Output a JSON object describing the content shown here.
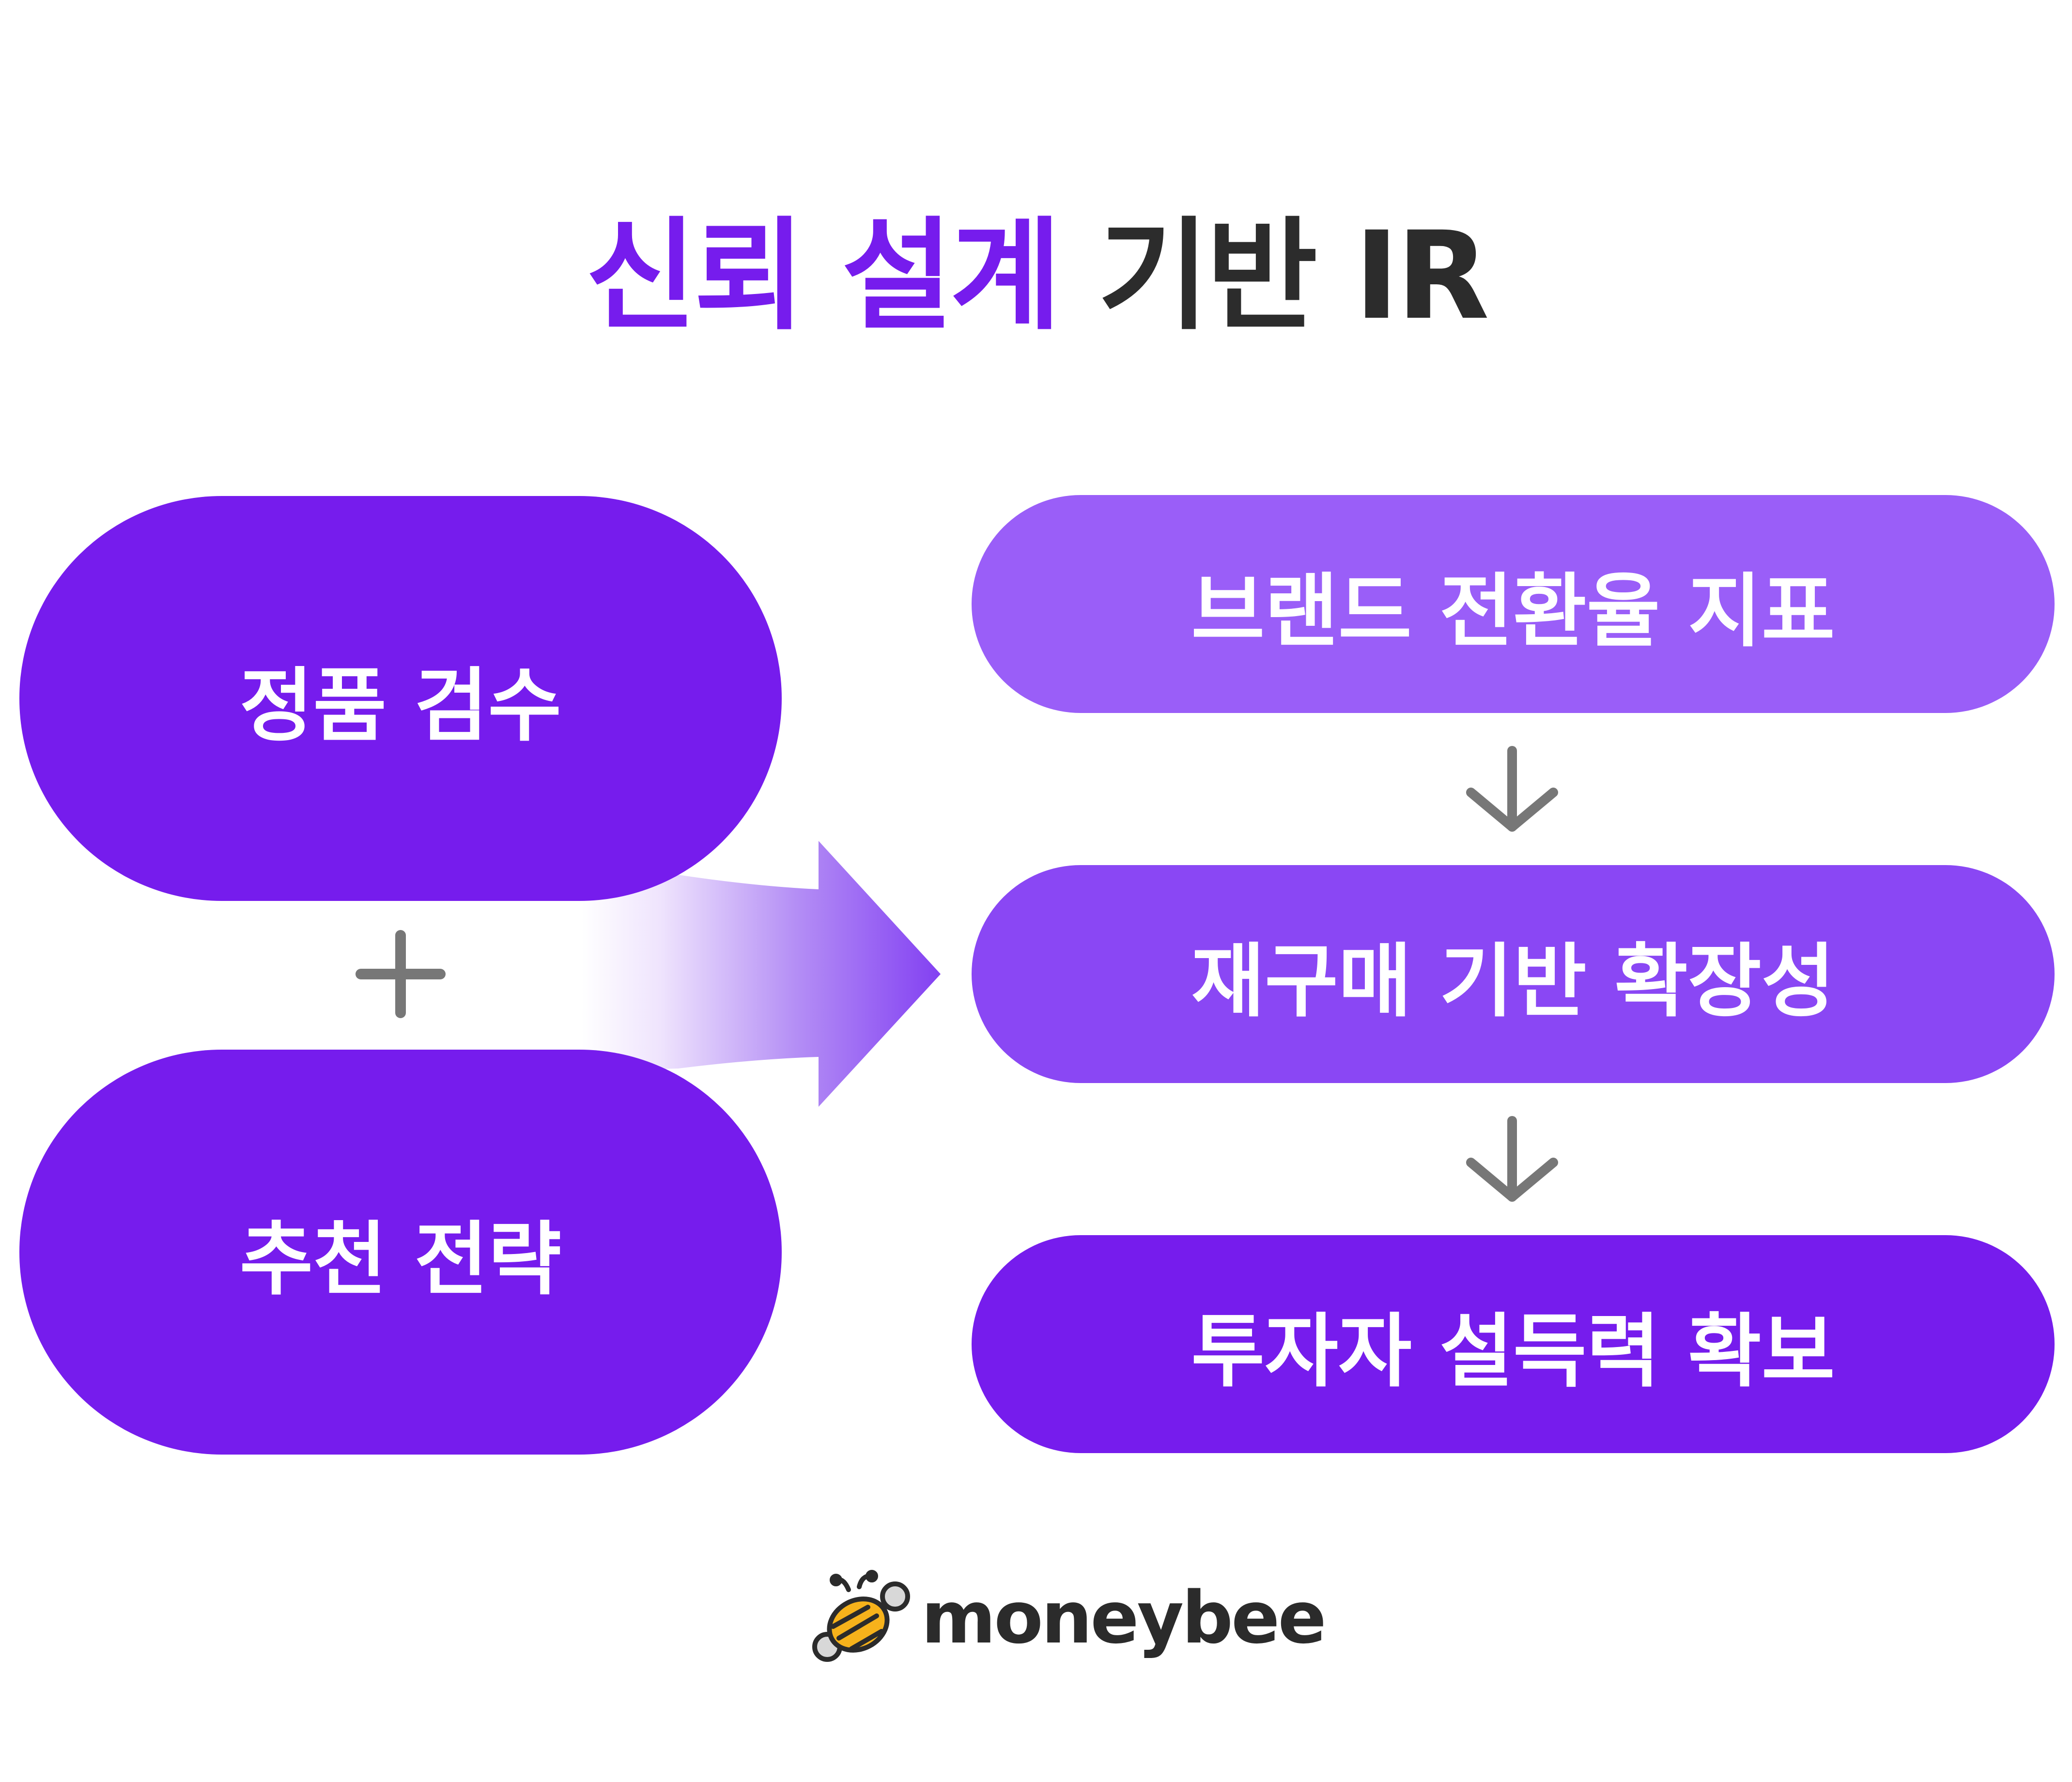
{
  "title": {
    "accent_text": "신뢰 설계",
    "dark_text": "기반 IR",
    "accent_color": "#761ced",
    "dark_color": "#2c2c2c"
  },
  "inputs": [
    {
      "label": "정품 검수"
    },
    {
      "label": "추천 전략"
    }
  ],
  "combine_symbol": "plus-icon",
  "flow_arrow": "right-arrow-icon",
  "outcomes": [
    {
      "label": "브랜드 전환율 지표",
      "color": "#9a5ef8"
    },
    {
      "label": "재구매 기반 확장성",
      "color": "#8a47f4"
    },
    {
      "label": "투자자 설득력 확보",
      "color": "#761ced"
    }
  ],
  "step_arrow": "down-arrow-icon",
  "logo": {
    "text": "moneybee",
    "icon": "bee-icon"
  }
}
